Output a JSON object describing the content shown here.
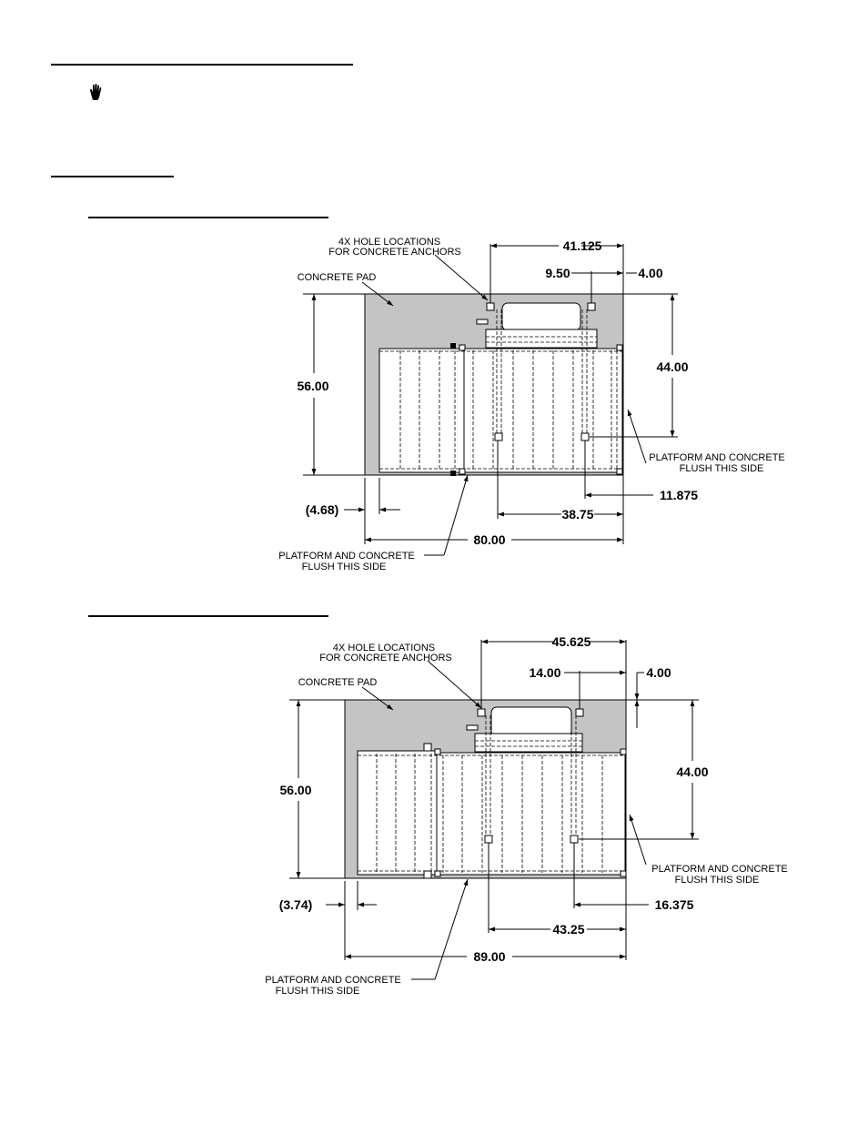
{
  "icons": {
    "caution": "hand-stop-icon"
  },
  "diagram1": {
    "hole_label_1": "4X HOLE LOCATIONS",
    "hole_label_2": "FOR CONCRETE ANCHORS",
    "pad_label": "CONCRETE PAD",
    "flush_right_1": "PLATFORM AND CONCRETE",
    "flush_right_2": "FLUSH THIS SIDE",
    "flush_bottom_1": "PLATFORM AND CONCRETE",
    "flush_bottom_2": "FLUSH THIS SIDE",
    "dim_top": "41.125",
    "dim_hole_offset": "9.50",
    "dim_edge": "4.00",
    "dim_depth": "56.00",
    "dim_hole_span": "44.00",
    "dim_left_offset": "(4.68)",
    "dim_right_offset": "11.875",
    "dim_hole_x": "38.75",
    "dim_width": "80.00"
  },
  "diagram2": {
    "hole_label_1": "4X HOLE LOCATIONS",
    "hole_label_2": "FOR CONCRETE ANCHORS",
    "pad_label": "CONCRETE PAD",
    "flush_right_1": "PLATFORM AND CONCRETE",
    "flush_right_2": "FLUSH THIS SIDE",
    "flush_bottom_1": "PLATFORM AND CONCRETE",
    "flush_bottom_2": "FLUSH THIS SIDE",
    "dim_top": "45.625",
    "dim_hole_offset": "14.00",
    "dim_edge": "4.00",
    "dim_depth": "56.00",
    "dim_hole_span": "44.00",
    "dim_left_offset": "(3.74)",
    "dim_right_offset": "16.375",
    "dim_hole_x": "43.25",
    "dim_width": "89.00"
  }
}
